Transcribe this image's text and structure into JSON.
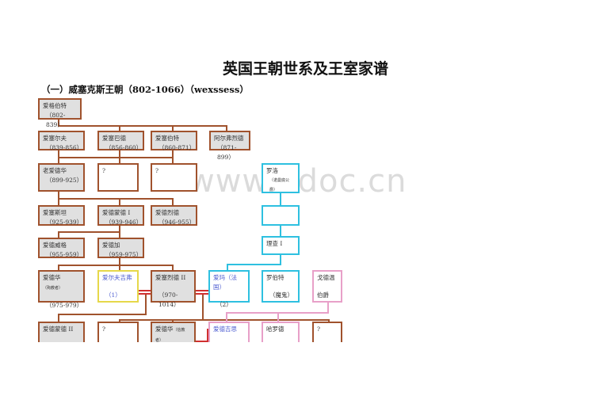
{
  "title": "英国王朝世系及王室家谱",
  "subtitle": "（一）威塞克斯王朝（802-1066）（wexssess）",
  "watermark": "www.ddoc.cn",
  "colors": {
    "main_line": "#a0522d",
    "cyan_line": "#2ec0e0",
    "pink_line": "#e8a0c8",
    "yellow_box": "#e6d84a",
    "marriage_line": "#d03030"
  },
  "nodes": {
    "egbert": {
      "name": "爱格伯特",
      "years": "（802-839）"
    },
    "aethelwulf": {
      "name": "爱塞尔夫",
      "years": "（839-856）"
    },
    "aethelbald": {
      "name": "爱塞巴德",
      "years": "（856-860）"
    },
    "aethelberht": {
      "name": "爱塞伯特",
      "years": "（860-871）"
    },
    "alfred": {
      "name": "阿尔弗烈德",
      "years": "（871-899）"
    },
    "edward_elder": {
      "name": "老爱德华",
      "years": "（899-925）"
    },
    "unknown1": {
      "name": "?"
    },
    "unknown2": {
      "name": "?"
    },
    "rollo": {
      "name": "罗洛",
      "note": "（诺曼底公爵）"
    },
    "rollo_child": {
      "name": ""
    },
    "aethelstan": {
      "name": "爱塞斯坦",
      "years": "（925-939）"
    },
    "edmund1": {
      "name": "爱德蒙德 I",
      "years": "（939-946）"
    },
    "eadred": {
      "name": "爱德烈德",
      "years": "（946-955）"
    },
    "eadwig": {
      "name": "爱德威格",
      "years": "（955-959）"
    },
    "edgar": {
      "name": "爱德加",
      "years": "（959-975）"
    },
    "richard1": {
      "name": "理查 I"
    },
    "edward_martyr": {
      "name": "爱德华",
      "note": "（殉教者）",
      "years": "（975-979）"
    },
    "aelfgifu": {
      "name": "爱尔夫吉弗",
      "years": "（1）"
    },
    "aethelred2": {
      "name": "爱塞烈德 II",
      "years": "（970-1014）"
    },
    "emma": {
      "name": "爱玛（法国）",
      "years": "（2）"
    },
    "robert": {
      "name": "罗伯特",
      "years": "（魔鬼）"
    },
    "godwin": {
      "name": "戈德温",
      "years": "伯爵"
    },
    "edmund2": {
      "name": "爱德蒙德 II"
    },
    "unknown3": {
      "name": "?"
    },
    "edward_confessor": {
      "name": "爱德华",
      "note": "（信教者）"
    },
    "edith": {
      "name": "爱德吉思"
    },
    "harold": {
      "name": "哈罗德"
    },
    "unknown4": {
      "name": "?"
    }
  }
}
